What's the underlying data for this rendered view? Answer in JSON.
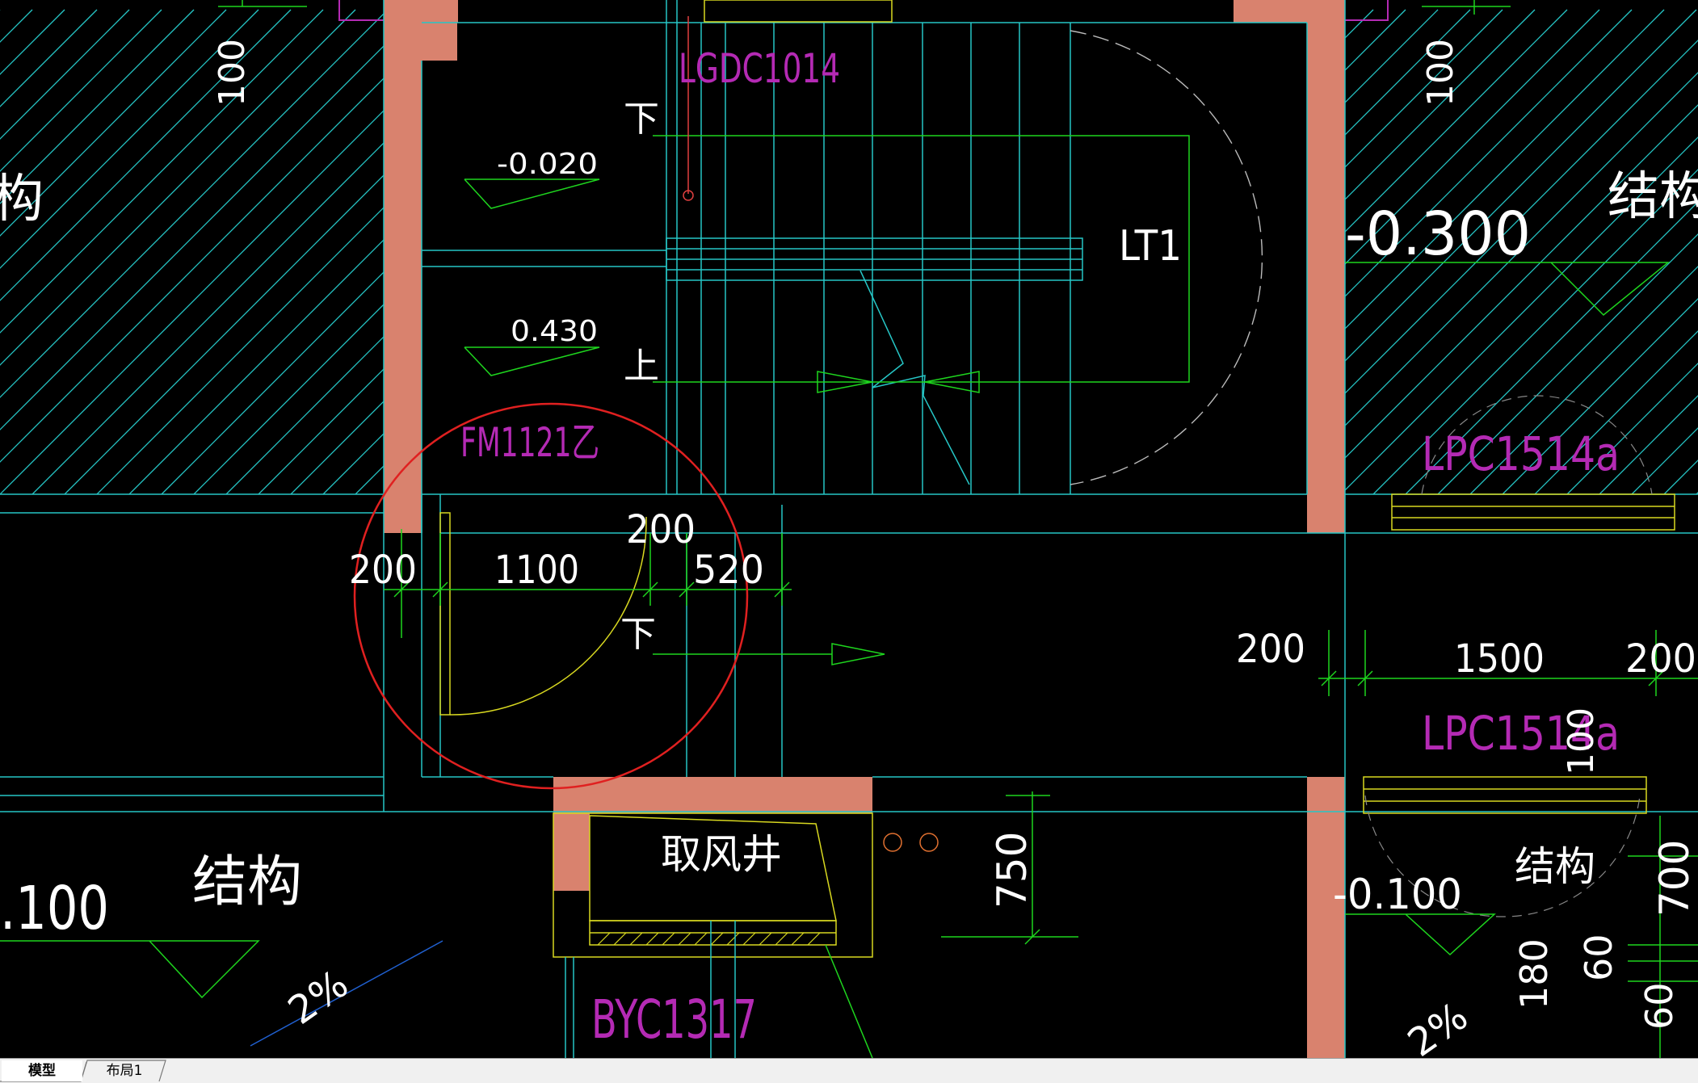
{
  "tabs": {
    "model": "模型",
    "layout1": "布局1"
  },
  "labels": {
    "lgdc": "LGDC1014",
    "fm": "FM1121乙",
    "lt1": "LT1",
    "lpc_a": "LPC1514a",
    "lpc_b": "LPC1514a",
    "byc": "BYC1317",
    "shaft": "取风井",
    "struct_left_top": "构",
    "struct_right_top": "结构",
    "struct_left_bottom": "结构",
    "struct_right_bottom": "结构",
    "down_1": "下",
    "up_1": "上",
    "down_2": "下"
  },
  "levels": {
    "lv_minus_0020": "-0.020",
    "lv_0430": "0.430",
    "lv_minus_0300": "-0.300",
    "lv_minus_0100": "-0.100",
    "lv_left_0100": ".100"
  },
  "dims": {
    "d_100_left": "100",
    "d_100_right": "100",
    "d_200_a": "200",
    "d_1100": "1100",
    "d_200_b": "200",
    "d_520": "520",
    "d_200_c": "200",
    "d_1500": "1500",
    "d_200_d": "200",
    "d_750": "750",
    "d_700": "700",
    "d_180": "180",
    "d_60_a": "60",
    "d_60_b": "60",
    "d_100_c": "100"
  },
  "slopes": {
    "slope_left": "2%",
    "slope_right": "2%"
  },
  "colors": {
    "background": "#000000",
    "wall": "#d9826e",
    "cyan": "#26c6c6",
    "green": "#1ed51e",
    "yellow": "#d8d820",
    "magenta": "#b42ab4",
    "white": "#ffffff",
    "annotation_red": "#e02020"
  }
}
